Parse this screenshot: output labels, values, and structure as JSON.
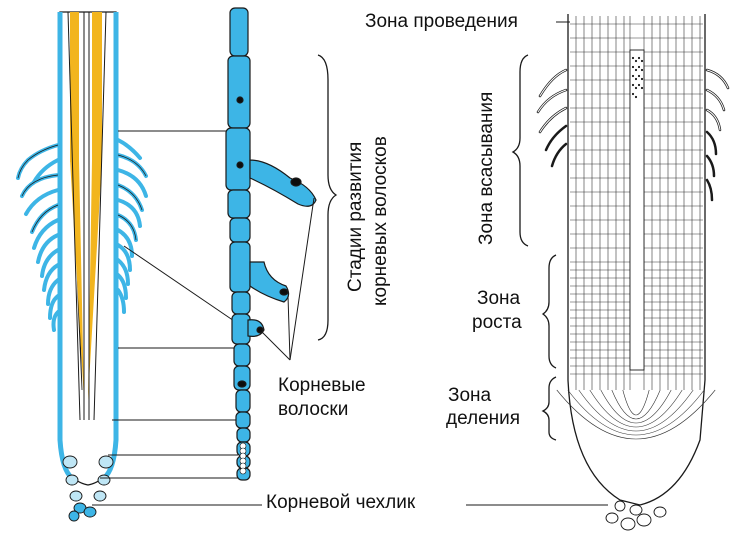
{
  "labels": {
    "conduction_zone": "Зона проведения",
    "absorption_zone": "Зона всасывания",
    "root_hair_stages_line1": "Стадии развития",
    "root_hair_stages_line2": "корневых волосков",
    "growth_zone_line1": "Зона",
    "growth_zone_line2": "роста",
    "division_zone_line1": "Зона",
    "division_zone_line2": "деления",
    "root_hairs_line1": "Корневые",
    "root_hairs_line2": "волоски",
    "root_cap": "Корневой чехлик"
  },
  "colors": {
    "cell_blue": "#3db5e6",
    "light_blue": "#bfe6f5",
    "outline": "#1a1a1a",
    "xylem_yellow": "#f2b51e",
    "nucleus": "#0d0d0d"
  },
  "icons": {
    "left_figure": "root-longitudinal-section-illustration",
    "middle_figure": "root-hair-development-cell-chain",
    "right_figure": "root-tip-cellular-section-illustration"
  }
}
